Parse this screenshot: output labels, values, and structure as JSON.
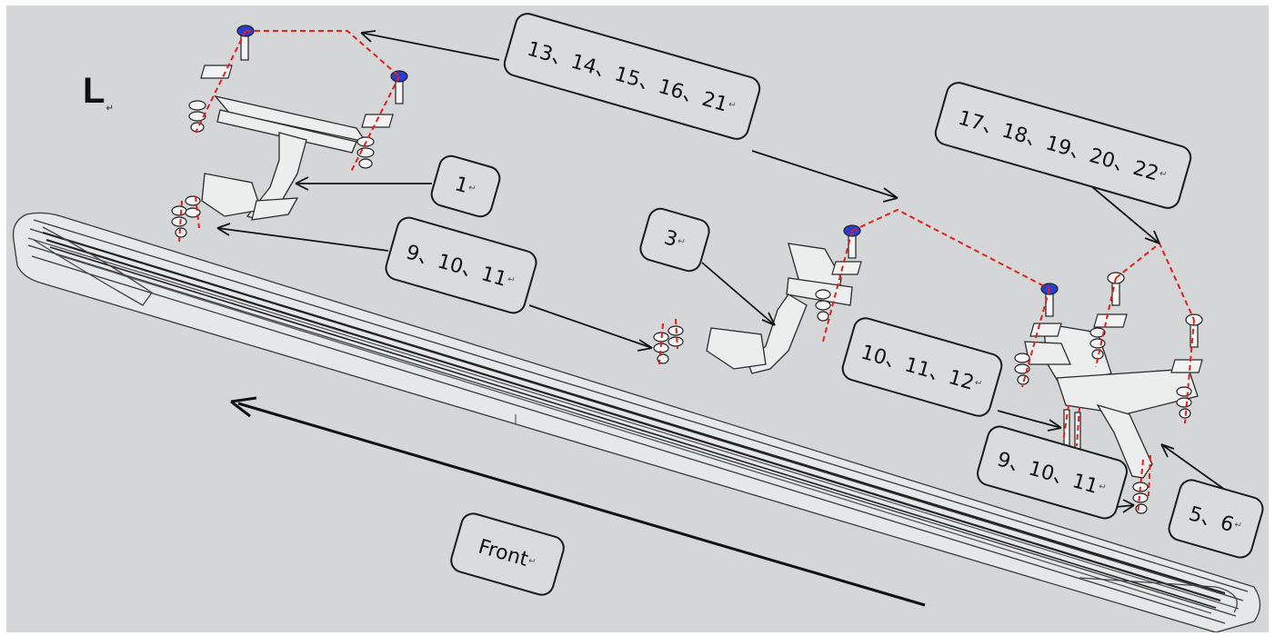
{
  "side_label": "L",
  "callouts": {
    "c1": "1",
    "c3": "3",
    "c56": "5、6",
    "c9_left": "9、10、11",
    "c9_right": "9、10、11",
    "c10": "10、11、12",
    "c13": "13、14、15、16、21",
    "c17": "17、18、19、20、22",
    "front": "Front"
  },
  "colors": {
    "background": "#d4d6d8",
    "leader": "#111111",
    "centerline": "#e0201a",
    "fastener": "#2a3fd0"
  }
}
